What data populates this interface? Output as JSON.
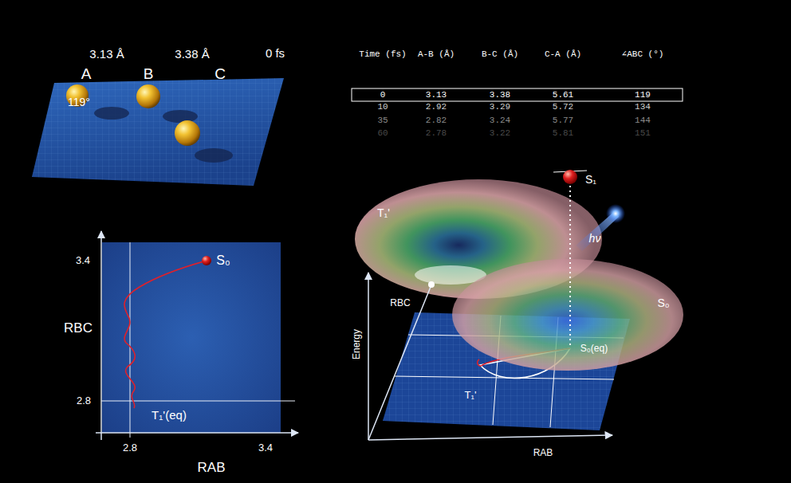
{
  "diagram": {
    "labels": [
      "3.13 Å",
      "3.38 Å",
      "0 fs",
      "A",
      "B",
      "C",
      "119°",
      "Time (fs)",
      "A-B (Å)",
      "B-C (Å)",
      "C-A (Å)",
      "∠ABC (°)",
      "0",
      "3.13",
      "3.38",
      "5.61",
      "119",
      "10",
      "2.92",
      "3.29",
      "5.72",
      "134",
      "35",
      "2.82",
      "3.24",
      "5.77",
      "144",
      "60",
      "2.78",
      "3.22",
      "5.81",
      "151",
      "3.4",
      "RBC",
      "2.8",
      "S₀",
      "T₁'(eq)",
      "2.8",
      "RAB",
      "3.4",
      "T₁'",
      "S₁",
      "hν",
      "RBC",
      "Energy",
      "S₀",
      "S₀(eq)",
      "T₁'",
      "RAB"
    ]
  }
}
